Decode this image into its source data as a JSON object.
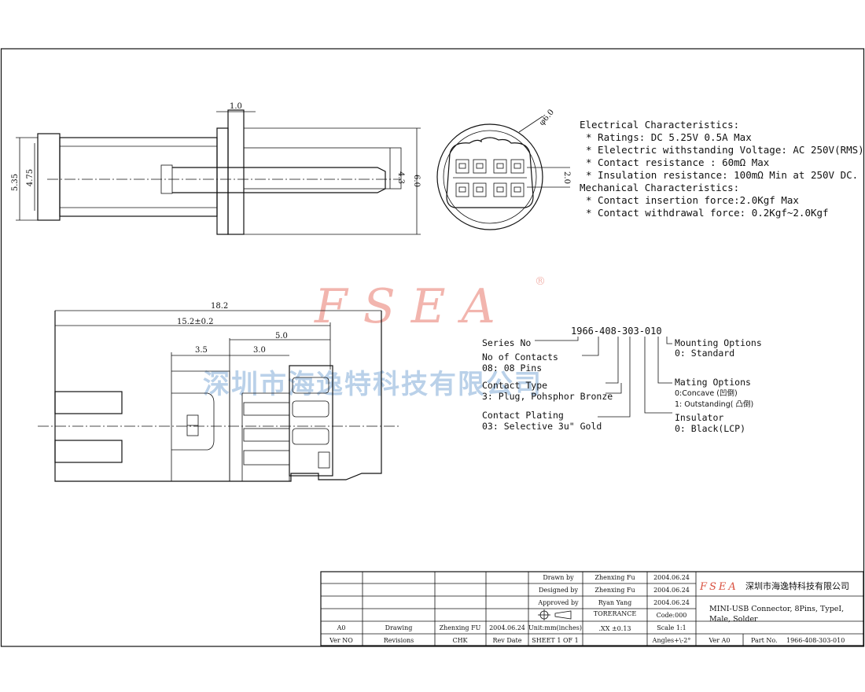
{
  "watermark": {
    "brand": "FSEA",
    "registered": "®",
    "company_cn": "深圳市海逸特科技有限公司"
  },
  "side_view": {
    "dim_top": "1.0",
    "dim_outer": "5.35",
    "dim_inner": "4.75",
    "dim_pin": "4.3",
    "dim_right": "6.0"
  },
  "front_view": {
    "dim_diameter": "φ6.0",
    "dim_pitch": "2.0"
  },
  "specs": {
    "electrical_title": "Electrical Characteristics:",
    "electrical": [
      "* Ratings: DC 5.25V 0.5A Max",
      "* Elelectric withstanding Voltage: AC 250V(RMS)",
      "* Contact resistance : 60mΩ Max",
      "* Insulation resistance: 100mΩ Min at 250V DC."
    ],
    "mechanical_title": "Mechanical Characteristics:",
    "mechanical": [
      "* Contact insertion force:2.0Kgf Max",
      "* Contact withdrawal force: 0.2Kgf~2.0Kgf"
    ]
  },
  "bottom_view": {
    "dim_total": "18.2",
    "dim_body": "15.2±0.2",
    "dim_five": "5.0",
    "dim_a": "3.5",
    "dim_b": "3.0"
  },
  "part_code": {
    "code": "1966-408-303-010",
    "left": [
      {
        "title": "Series No",
        "value": ""
      },
      {
        "title": "No of Contacts",
        "value": "08: 08 Pins"
      },
      {
        "title": "Contact Type",
        "value": "3: Plug, Pohsphor Bronze"
      },
      {
        "title": "Contact Plating",
        "value": "03: Selective 3u\" Gold"
      }
    ],
    "right": [
      {
        "title": "Mounting Options",
        "value": "0: Standard"
      },
      {
        "title": "Mating Options",
        "value": "0:Concave (凹倒)",
        "value2": "1: Outstanding( 凸倒)"
      },
      {
        "title": "Insulator",
        "value": "0: Black(LCP)"
      }
    ]
  },
  "title_block": {
    "rev_row": {
      "ver": "A0",
      "desc": "Drawing",
      "chk": "Zhenxing FU",
      "date": "2004.06.24"
    },
    "rev_head": {
      "ver": "Ver NO",
      "desc": "Revisions",
      "chk": "CHK",
      "date": "Rev Date"
    },
    "units": "Unit:mm(inches)",
    "sheet": "SHEET 1 OF 1",
    "drawn_label": "Drawn by",
    "drawn_name": "Zhenxing Fu",
    "drawn_date": "2004.06.24",
    "designed_label": "Designed by",
    "designed_name": "Zhenxing Fu",
    "designed_date": "2004.06.24",
    "approved_label": "Approved by",
    "approved_name": "Ryan Yang",
    "approved_date": "2004.06.24",
    "tolerance_label": "TORERANCE",
    "tolerance_value": ".XX ±0.13",
    "code": "Code:000",
    "scale": "Scale 1:1",
    "angles": "Angles+\\-2°",
    "logo": "FSEA",
    "company": "深圳市海逸特科技有限公司",
    "product": "MINI-USB Connector, 8Pins, TypeI,",
    "product2": "Male, Solder",
    "ver": "Ver A0",
    "part_label": "Part No.",
    "part_no": "1966-408-303-010"
  }
}
